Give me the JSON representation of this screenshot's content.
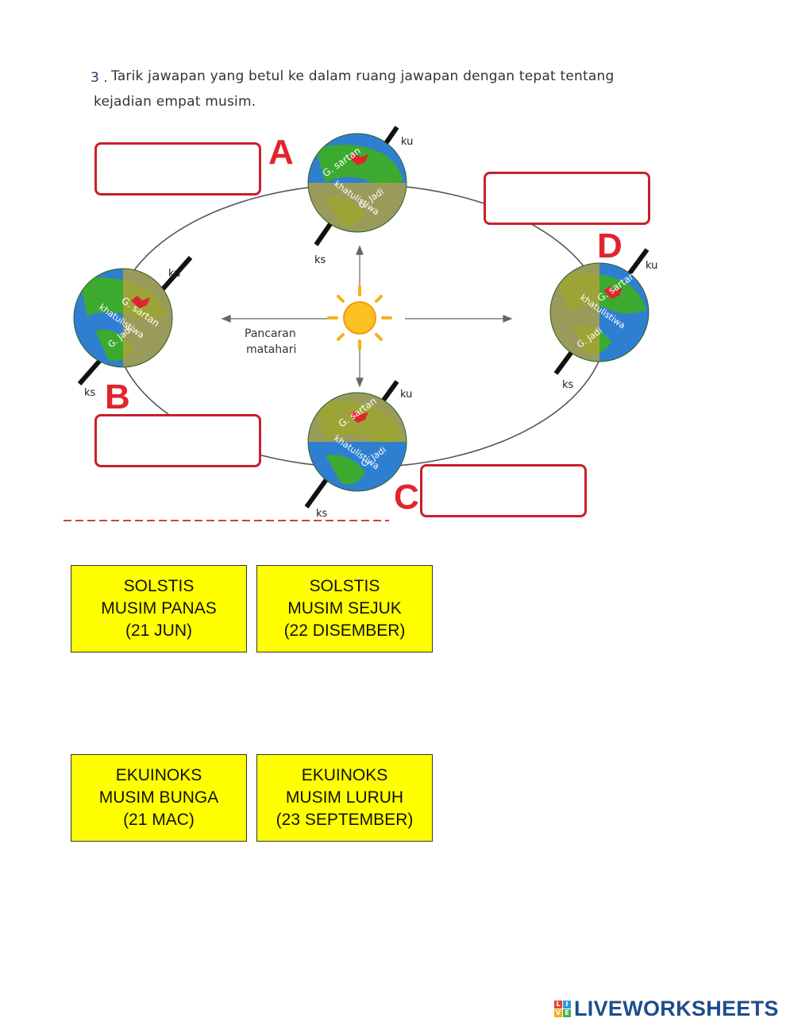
{
  "question": {
    "number": "3 .",
    "line1": "Tarik jawapan yang betul ke dalam ruang jawapan dengan tepat tentang",
    "line2": "kejadian empat musim."
  },
  "diagram": {
    "sun_label_line1": "Pancaran",
    "sun_label_line2": "matahari",
    "position_labels": [
      "A",
      "B",
      "C",
      "D"
    ],
    "axis_north": "ku",
    "axis_south": "ks",
    "globe_text_1": "G. sartan",
    "globe_text_2": "khatulistiwa",
    "globe_text_3": "G. Jadi",
    "colors": {
      "ocean": "#2f7fd0",
      "land": "#3caa2e",
      "shade": "#b8a33a",
      "label_red": "#e0252d",
      "box_border": "#c8202a"
    }
  },
  "answer_cards": [
    {
      "line1": "SOLSTIS",
      "line2": "MUSIM PANAS",
      "line3": "(21 JUN)"
    },
    {
      "line1": "SOLSTIS",
      "line2": "MUSIM SEJUK",
      "line3": "(22 DISEMBER)"
    },
    {
      "line1": "EKUINOKS",
      "line2": "MUSIM BUNGA",
      "line3": "(21 MAC)"
    },
    {
      "line1": "EKUINOKS",
      "line2": "MUSIM LURUH",
      "line3": "(23 SEPTEMBER)"
    }
  ],
  "brand": {
    "logo_letters": [
      "L",
      "I",
      "V",
      "E"
    ],
    "name": "LIVEWORKSHEETS",
    "color": "#1f4d8c"
  }
}
